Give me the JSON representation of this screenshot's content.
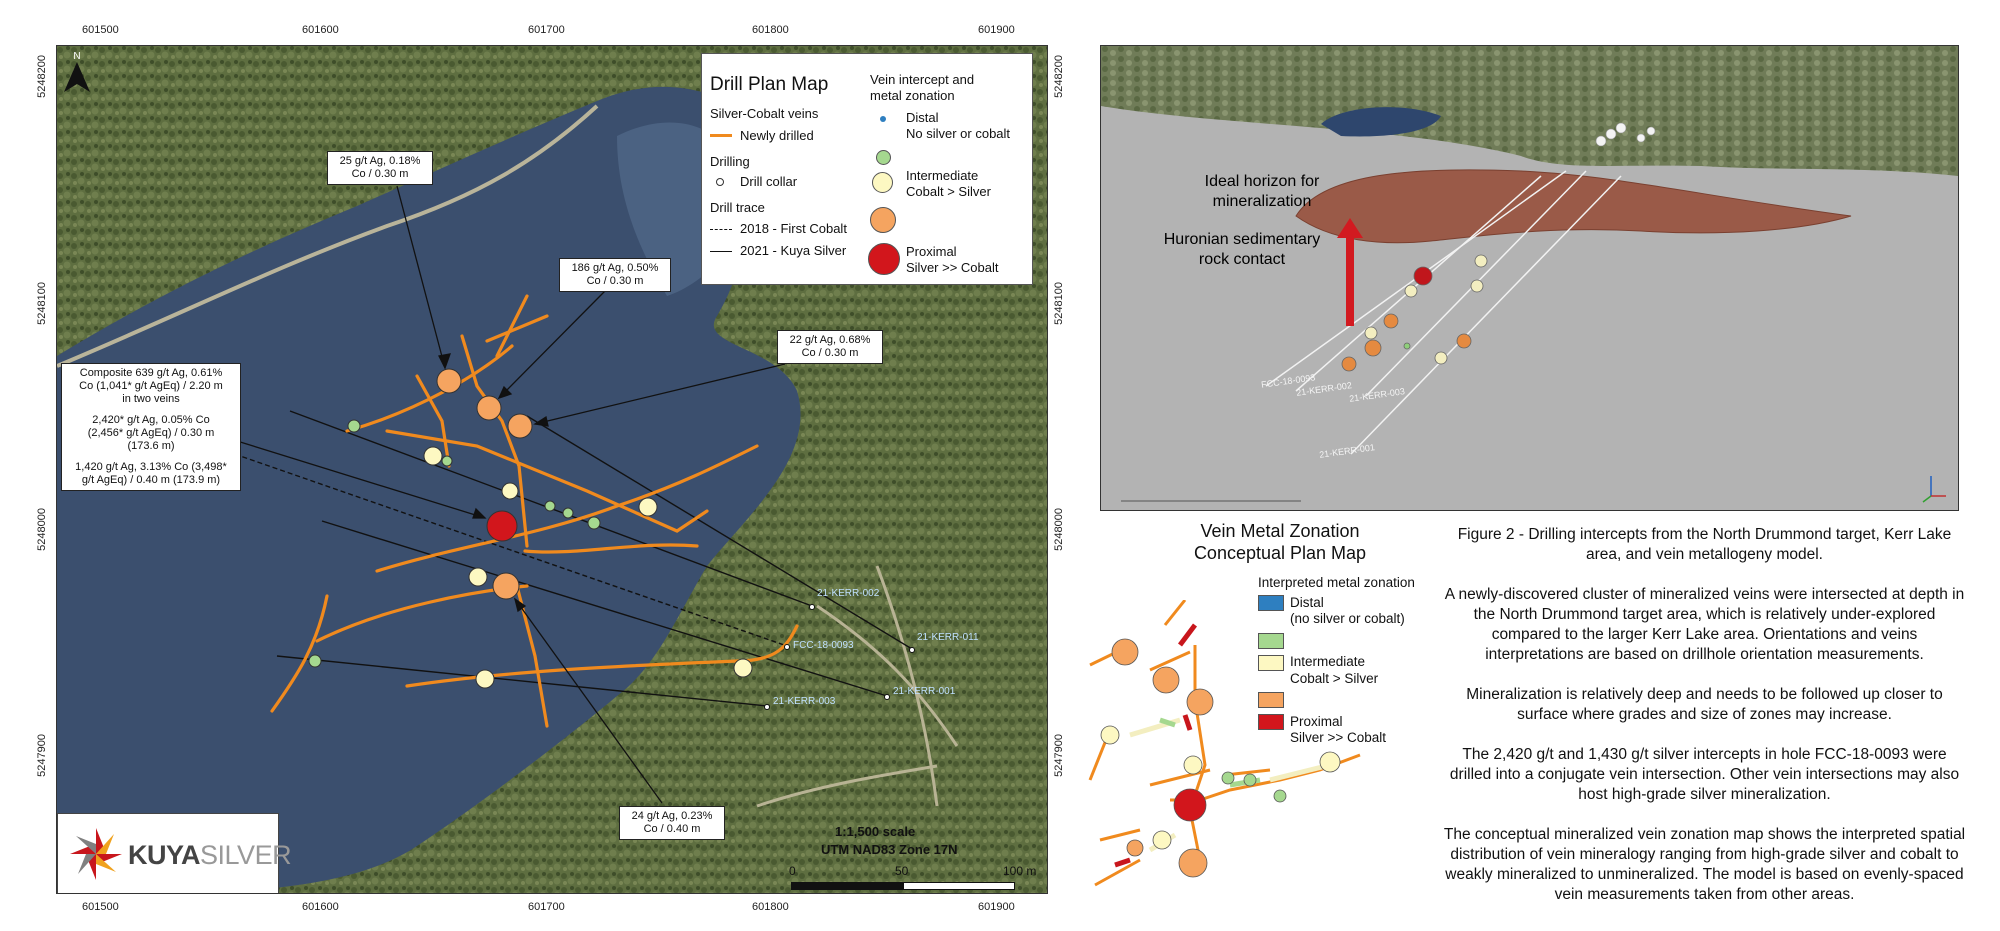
{
  "map": {
    "top_x_labels": [
      "601500",
      "601600",
      "601700",
      "601800",
      "601900"
    ],
    "bottom_x_labels": [
      "601500",
      "601600",
      "601700",
      "601800",
      "601900"
    ],
    "left_y_labels": [
      "5248200",
      "5248100",
      "5248000",
      "5247900"
    ],
    "right_y_labels": [
      "5248200",
      "5248100",
      "5248000",
      "5247900"
    ],
    "north_label": "N",
    "scale_text": "1:1,500 scale",
    "crs_text": "UTM NAD83 Zone 17N",
    "scale_ticks": [
      "0",
      "50",
      "100 m"
    ],
    "logo_text_a": "KUYA",
    "logo_text_b": "SILVER",
    "hole_labels": [
      "21-KERR-002",
      "21-KERR-011",
      "FCC-18-0093",
      "21-KERR-001",
      "21-KERR-003"
    ]
  },
  "legend": {
    "title": "Drill Plan Map",
    "veins_heading": "Silver-Cobalt veins",
    "newly_drilled": "Newly drilled",
    "drilling_heading": "Drilling",
    "drill_collar": "Drill collar",
    "trace_heading": "Drill trace",
    "trace_2018": "2018 - First Cobalt",
    "trace_2021": "2021 - Kuya Silver",
    "zonation_heading_1": "Vein intercept and",
    "zonation_heading_2": "metal zonation",
    "distal_1": "Distal",
    "distal_2": "No silver or cobalt",
    "intermediate_1": "Intermediate",
    "intermediate_2": "Cobalt > Silver",
    "proximal_1": "Proximal",
    "proximal_2": "Silver >> Cobalt"
  },
  "callouts": {
    "c1_l1": "25 g/t Ag, 0.18%",
    "c1_l2": "Co / 0.30 m",
    "c2_l1": "186 g/t Ag, 0.50%",
    "c2_l2": "Co / 0.30 m",
    "c3_l1": "22 g/t Ag, 0.68%",
    "c3_l2": "Co / 0.30 m",
    "c4_l1": "Composite 639 g/t Ag, 0.61%",
    "c4_l2": "Co (1,041* g/t AgEq) / 2.20 m",
    "c4_l3": "in two veins",
    "c4_l4": "2,420* g/t Ag, 0.05% Co",
    "c4_l5": "(2,456* g/t AgEq) / 0.30 m",
    "c4_l6": "(173.6 m)",
    "c4_l7": "1,420 g/t Ag, 3.13% Co (3,498*",
    "c4_l8": "g/t AgEq) / 0.40 m (173.9 m)",
    "c5_l1": "24 g/t Ag, 0.23%",
    "c5_l2": "Co / 0.40 m"
  },
  "view3d": {
    "label_horizon_1": "Ideal horizon for",
    "label_horizon_2": "mineralization",
    "label_contact_1": "Huronian sedimentary",
    "label_contact_2": "rock contact",
    "hole_labels": [
      "FCC-18-0093",
      "21-KERR-002",
      "21-KERR-003",
      "21-KERR-001"
    ]
  },
  "conceptual": {
    "title_1": "Vein Metal Zonation",
    "title_2": "Conceptual Plan Map",
    "legend_heading": "Interpreted metal zonation",
    "distal_1": "Distal",
    "distal_2": "(no silver or cobalt)",
    "intermediate_1": "Intermediate",
    "intermediate_2": "Cobalt > Silver",
    "proximal_1": "Proximal",
    "proximal_2": "Silver >> Cobalt"
  },
  "figure_text": {
    "caption": "Figure 2 - Drilling intercepts from the North Drummond target, Kerr Lake area, and vein metallogeny model.",
    "p1": "A newly-discovered cluster of mineralized veins were intersected at depth in the North Drummond target area, which is relatively under-explored compared to the larger Kerr Lake area. Orientations and veins interpretations are based on drillhole orientation measurements.",
    "p2": "Mineralization is relatively deep and needs to be followed up closer to surface where grades and size of zones may increase.",
    "p3": "The 2,420 g/t and 1,430 g/t silver intercepts in hole FCC-18-0093 were drilled into a conjugate vein intersection. Other vein intersections may also host high-grade silver mineralization.",
    "p4": "The conceptual mineralized vein zonation map shows the interpreted spatial distribution of vein mineralogy ranging from high-grade silver and cobalt to weakly mineralized to unmineralized. The model is based on evenly-spaced vein measurements taken from other areas."
  },
  "colors": {
    "vein_orange": "#f08a1e",
    "proximal_red": "#d2161c",
    "intermediate_yellow": "#fdf8c2",
    "orange_dot": "#f5a460",
    "distal_green": "#a5d88f",
    "distal_blue": "#2e7fc0",
    "water": "#3b4f6e",
    "forest": "#5e6e40"
  }
}
